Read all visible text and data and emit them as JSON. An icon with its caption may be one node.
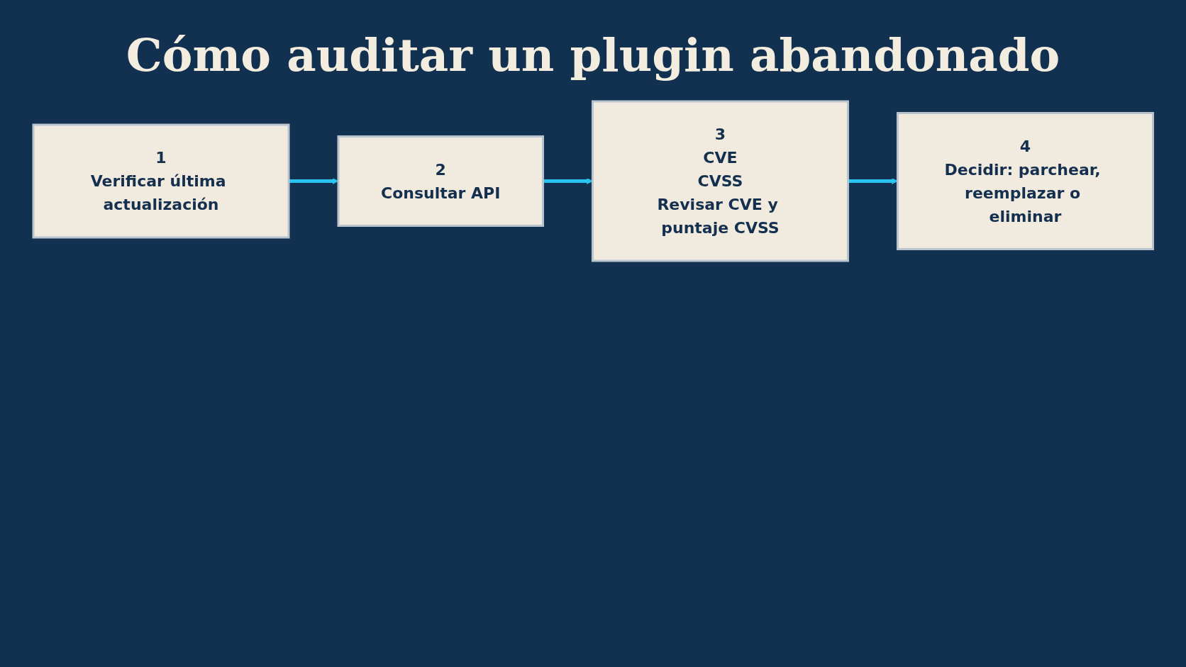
{
  "diagram": {
    "title": "Cómo auditar un plugin abandonado",
    "nodes": [
      {
        "text": [
          "1",
          "Verificar última actualización"
        ]
      },
      {
        "text": [
          "2",
          "Consultar API"
        ]
      },
      {
        "text": [
          "3",
          "CVE",
          "CVSS",
          "Revisar CVE y puntaje CVSS"
        ]
      },
      {
        "text": [
          "4",
          "Decidir: parchear, reemplazar o eliminar"
        ]
      }
    ],
    "edges": [
      {
        "from": 0,
        "to": 1,
        "arrow": "to"
      },
      {
        "from": 1,
        "to": 2,
        "arrow": "to"
      },
      {
        "from": 2,
        "to": 3,
        "arrow": "to"
      }
    ]
  }
}
